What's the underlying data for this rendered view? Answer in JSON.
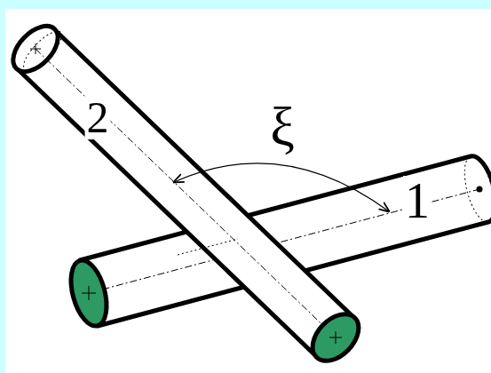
{
  "diagram": {
    "labels": [
      "2",
      "ξ",
      "1"
    ]
  }
}
